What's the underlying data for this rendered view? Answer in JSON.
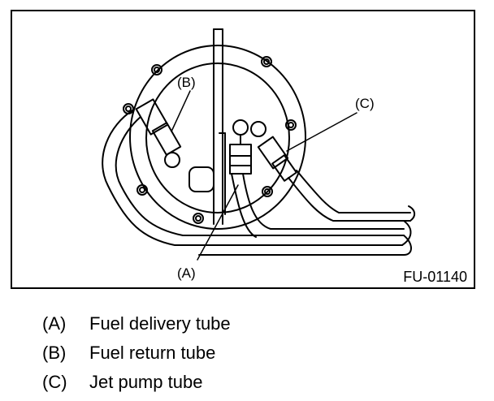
{
  "figure_code": "FU-01140",
  "callouts": {
    "a": "(A)",
    "b": "(B)",
    "c": "(C)"
  },
  "legend": [
    {
      "key": "(A)",
      "text": "Fuel delivery tube"
    },
    {
      "key": "(B)",
      "text": "Fuel return tube"
    },
    {
      "key": "(C)",
      "text": "Jet pump tube"
    }
  ]
}
